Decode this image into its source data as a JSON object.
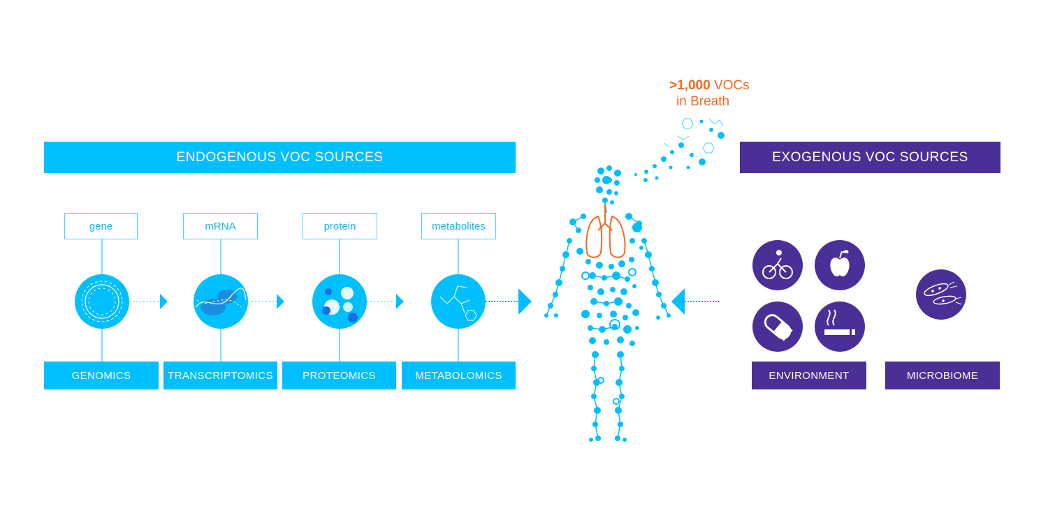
{
  "endogenous": {
    "header": "ENDOGENOUS VOC SOURCES",
    "stages": [
      {
        "label": "gene",
        "omic": "GENOMICS"
      },
      {
        "label": "mRNA",
        "omic": "TRANSCRIPTOMICS"
      },
      {
        "label": "protein",
        "omic": "PROTEOMICS"
      },
      {
        "label": "metabolites",
        "omic": "METABOLOMICS"
      }
    ]
  },
  "exogenous": {
    "header": "EXOGENOUS VOC SOURCES",
    "categories": [
      {
        "label": "ENVIRONMENT",
        "icons": [
          "cyclist-icon",
          "apple-icon",
          "pill-icon",
          "cigarette-icon"
        ]
      },
      {
        "label": "MICROBIOME",
        "icons": [
          "bacteria-icon"
        ]
      }
    ]
  },
  "breath": {
    "count": ">1,000",
    "unit": "VOCs",
    "line2": "in Breath"
  },
  "colors": {
    "endogenous": "#00bfff",
    "exogenous": "#4a2f96",
    "lungs": "#f26a21",
    "label_border": "#4dcfff"
  }
}
